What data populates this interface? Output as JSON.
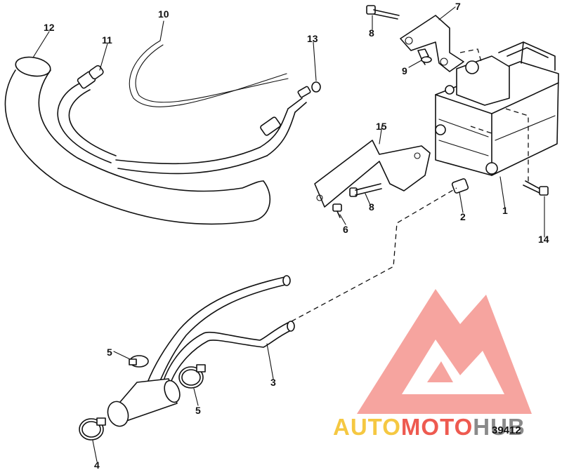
{
  "figure_number": "39412",
  "watermark": {
    "text_part1": "AUTO",
    "text_part2": "MOTO",
    "text_part3": "HUB",
    "color_yellow": "#f5c842",
    "color_red": "#ee5a50",
    "color_gray": "#8a8a8a"
  },
  "callouts": [
    {
      "id": "c1",
      "label": "1"
    },
    {
      "id": "c2",
      "label": "2"
    },
    {
      "id": "c3",
      "label": "3"
    },
    {
      "id": "c4",
      "label": "4"
    },
    {
      "id": "c5a",
      "label": "5"
    },
    {
      "id": "c5b",
      "label": "5"
    },
    {
      "id": "c6",
      "label": "6"
    },
    {
      "id": "c7",
      "label": "7"
    },
    {
      "id": "c8a",
      "label": "8"
    },
    {
      "id": "c8b",
      "label": "8"
    },
    {
      "id": "c9",
      "label": "9"
    },
    {
      "id": "c10",
      "label": "10"
    },
    {
      "id": "c11",
      "label": "11"
    },
    {
      "id": "c12",
      "label": "12"
    },
    {
      "id": "c13",
      "label": "13"
    },
    {
      "id": "c14",
      "label": "14"
    },
    {
      "id": "c15",
      "label": "15"
    }
  ]
}
